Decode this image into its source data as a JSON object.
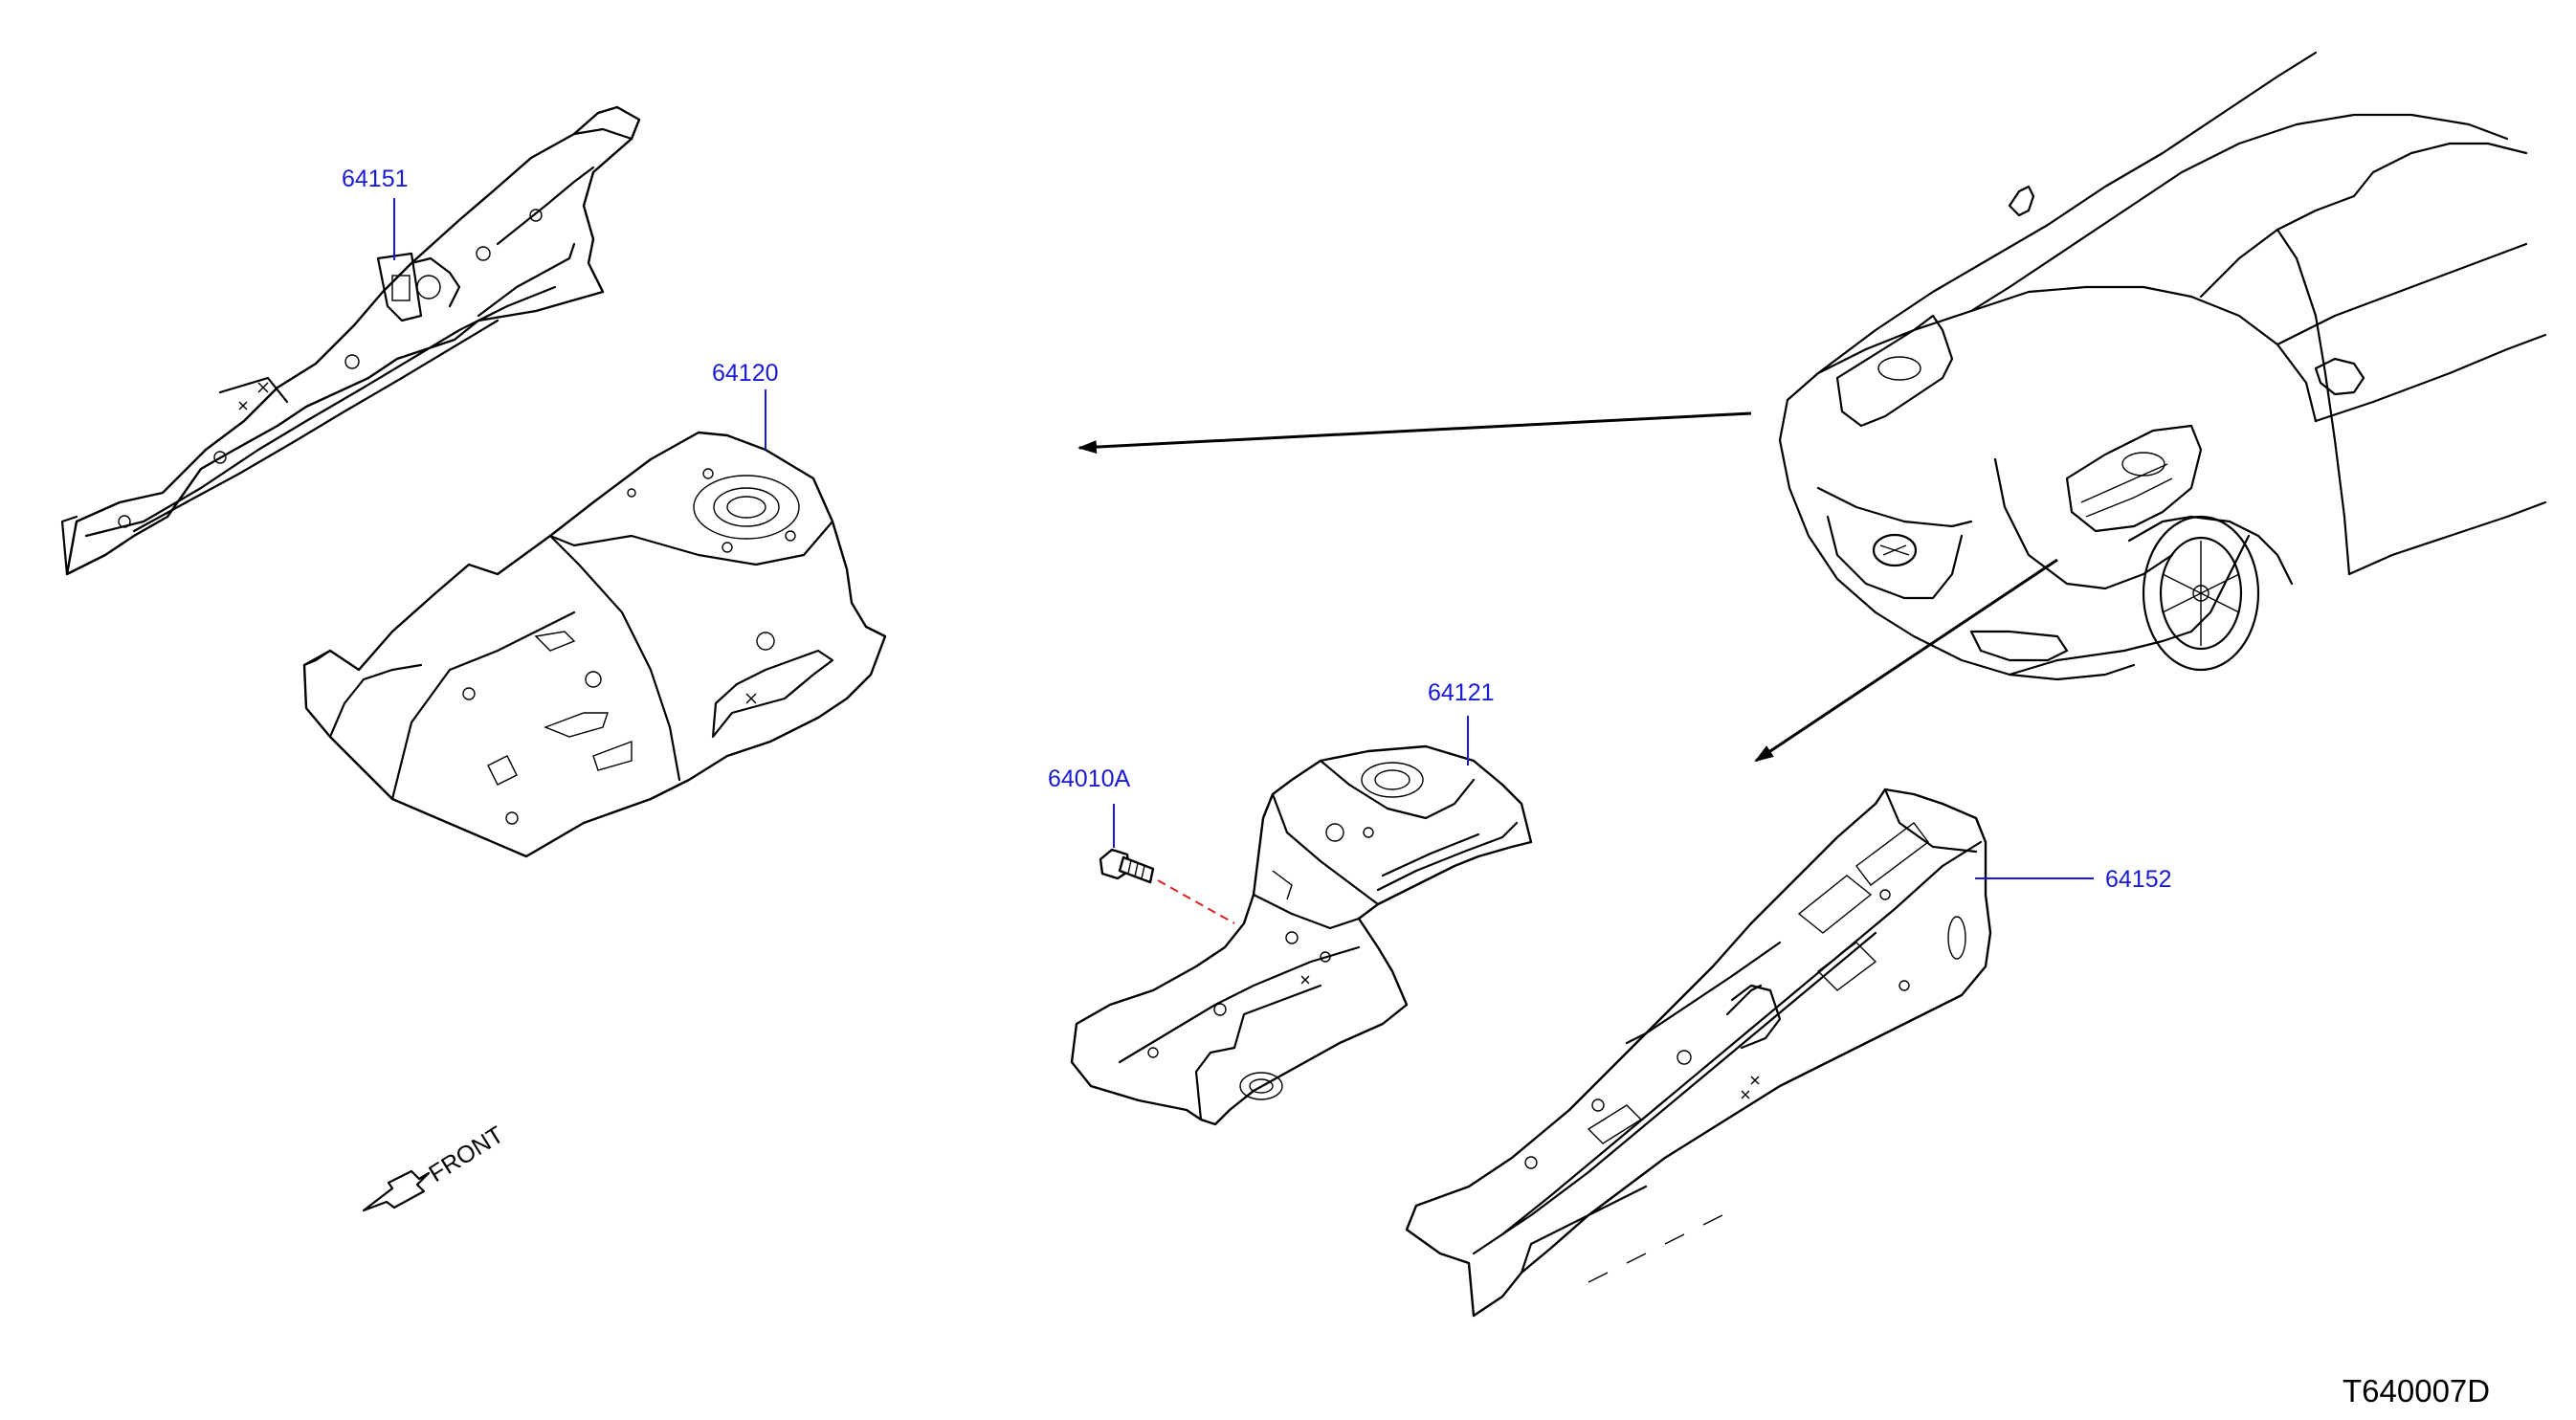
{
  "labels": {
    "part_64151": "64151",
    "part_64120": "64120",
    "part_64121": "64121",
    "part_64010A": "64010A",
    "part_64152": "64152",
    "front": "FRONT",
    "diagram_code": "T640007D"
  },
  "colors": {
    "label_text": "#1a1ad6",
    "fastener_guide": "#e02020",
    "line_art": "#000000"
  }
}
